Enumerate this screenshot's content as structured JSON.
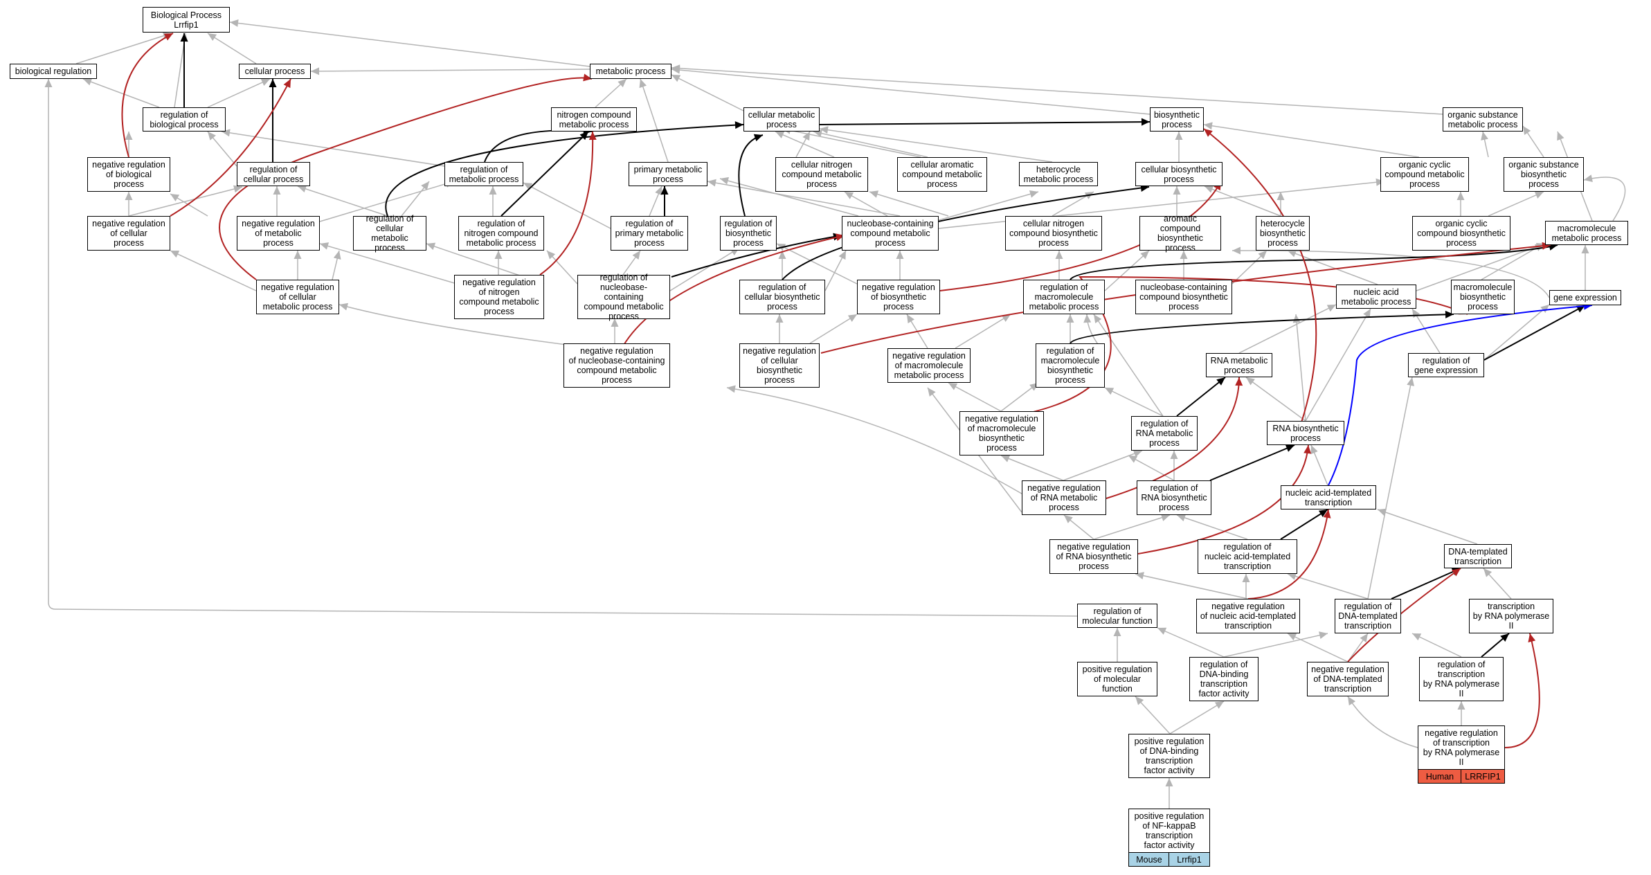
{
  "colors": {
    "gray": "#b4b4b4",
    "black": "#000000",
    "red": "#b22222",
    "blue": "#0000ff",
    "human": "#ee5c42",
    "mouse": "#a9d3e6"
  },
  "nodes": {
    "biological_process": "Biological Process\nLrrfip1",
    "biological_regulation": "biological regulation",
    "cellular_process": "cellular process",
    "metabolic_process": "metabolic process",
    "regulation_of_biological_process": "regulation of\nbiological process",
    "nitrogen_compound_metabolic_process": "nitrogen compound\nmetabolic process",
    "cellular_metabolic_process": "cellular metabolic\nprocess",
    "biosynthetic_process": "biosynthetic\nprocess",
    "organic_substance_metabolic_process": "organic substance\nmetabolic process",
    "negative_regulation_of_biological_process": "negative regulation\nof biological\nprocess",
    "regulation_of_cellular_process": "regulation of\ncellular process",
    "regulation_of_metabolic_process": "regulation of\nmetabolic process",
    "primary_metabolic_process": "primary metabolic\nprocess",
    "cellular_nitrogen_compound_metabolic_process": "cellular nitrogen\ncompound metabolic\nprocess",
    "cellular_aromatic_compound_metabolic_process": "cellular aromatic\ncompound metabolic\nprocess",
    "heterocycle_metabolic_process": "heterocycle\nmetabolic process",
    "cellular_biosynthetic_process": "cellular biosynthetic\nprocess",
    "organic_cyclic_compound_metabolic_process": "organic cyclic\ncompound metabolic\nprocess",
    "organic_substance_biosynthetic_process": "organic substance\nbiosynthetic\nprocess",
    "negative_regulation_of_cellular_process": "negative regulation\nof cellular\nprocess",
    "negative_regulation_of_metabolic_process": "negative regulation\nof metabolic\nprocess",
    "regulation_of_cellular_metabolic_process": "regulation of\ncellular metabolic\nprocess",
    "regulation_of_nitrogen_compound_metabolic_process": "regulation of\nnitrogen compound\nmetabolic process",
    "regulation_of_primary_metabolic_process": "regulation of\nprimary metabolic\nprocess",
    "regulation_of_biosynthetic_process": "regulation of\nbiosynthetic\nprocess",
    "nucleobase_containing_compound_metabolic_process": "nucleobase-containing\ncompound metabolic\nprocess",
    "cellular_nitrogen_compound_biosynthetic_process": "cellular nitrogen\ncompound biosynthetic\nprocess",
    "aromatic_compound_biosynthetic_process": "aromatic compound\nbiosynthetic\nprocess",
    "heterocycle_biosynthetic_process": "heterocycle\nbiosynthetic\nprocess",
    "organic_cyclic_compound_biosynthetic_process": "organic cyclic\ncompound biosynthetic\nprocess",
    "macromolecule_metabolic_process": "macromolecule\nmetabolic process",
    "negative_regulation_of_cellular_metabolic_process": "negative regulation\nof cellular\nmetabolic process",
    "negative_regulation_of_nitrogen_compound_metabolic_process": "negative regulation\nof nitrogen\ncompound metabolic\nprocess",
    "regulation_of_nucleobase_containing_compound_metabolic_process": "regulation of\nnucleobase-containing\ncompound metabolic\nprocess",
    "regulation_of_cellular_biosynthetic_process": "regulation of\ncellular biosynthetic\nprocess",
    "negative_regulation_of_biosynthetic_process": "negative regulation\nof biosynthetic\nprocess",
    "regulation_of_macromolecule_metabolic_process": "regulation of\nmacromolecule\nmetabolic process",
    "nucleobase_containing_compound_biosynthetic_process": "nucleobase-containing\ncompound biosynthetic\nprocess",
    "nucleic_acid_metabolic_process": "nucleic acid\nmetabolic process",
    "macromolecule_biosynthetic_process": "macromolecule\nbiosynthetic\nprocess",
    "gene_expression": "gene expression",
    "negative_regulation_of_nucleobase_containing_compound_metabolic_process": "negative regulation\nof nucleobase-containing\ncompound metabolic\nprocess",
    "negative_regulation_of_cellular_biosynthetic_process": "negative regulation\nof cellular\nbiosynthetic\nprocess",
    "negative_regulation_of_macromolecule_metabolic_process": "negative regulation\nof macromolecule\nmetabolic process",
    "regulation_of_macromolecule_biosynthetic_process": "regulation of\nmacromolecule\nbiosynthetic\nprocess",
    "rna_metabolic_process": "RNA metabolic\nprocess",
    "regulation_of_gene_expression": "regulation of\ngene expression",
    "negative_regulation_of_macromolecule_biosynthetic_process": "negative regulation\nof macromolecule\nbiosynthetic\nprocess",
    "regulation_of_rna_metabolic_process": "regulation of\nRNA metabolic\nprocess",
    "rna_biosynthetic_process": "RNA biosynthetic\nprocess",
    "negative_regulation_of_rna_metabolic_process": "negative regulation\nof RNA metabolic\nprocess",
    "regulation_of_rna_biosynthetic_process": "regulation of\nRNA biosynthetic\nprocess",
    "nucleic_acid_templated_transcription": "nucleic acid-templated\ntranscription",
    "negative_regulation_of_rna_biosynthetic_process": "negative regulation\nof RNA biosynthetic\nprocess",
    "regulation_of_nucleic_acid_templated_transcription": "regulation of\nnucleic acid-templated\ntranscription",
    "dna_templated_transcription": "DNA-templated\ntranscription",
    "regulation_of_molecular_function": "regulation of\nmolecular function",
    "negative_regulation_of_nucleic_acid_templated_transcription": "negative regulation\nof nucleic acid-templated\ntranscription",
    "regulation_of_dna_templated_transcription": "regulation of\nDNA-templated\ntranscription",
    "transcription_by_rna_polymerase_ii": "transcription\nby RNA polymerase\nII",
    "positive_regulation_of_molecular_function": "positive regulation\nof molecular\nfunction",
    "regulation_of_dna_binding_transcription_factor_activity": "regulation of\nDNA-binding\ntranscription\nfactor activity",
    "negative_regulation_of_dna_templated_transcription": "negative regulation\nof DNA-templated\ntranscription",
    "regulation_of_transcription_by_rna_polymerase_ii": "regulation of\ntranscription\nby RNA polymerase\nII",
    "negative_regulation_of_transcription_by_rna_polymerase_ii": "negative regulation\nof transcription\nby RNA polymerase\nII",
    "positive_regulation_of_dna_binding_transcription_factor_activity": "positive regulation\nof DNA-binding\ntranscription\nfactor activity",
    "positive_regulation_of_nf_kappab_transcription_factor_activity": "positive regulation\nof NF-kappaB\ntranscription\nfactor activity"
  },
  "tags": {
    "human_species": "Human",
    "human_gene": "LRRFIP1",
    "mouse_species": "Mouse",
    "mouse_gene": "Lrrfip1"
  }
}
